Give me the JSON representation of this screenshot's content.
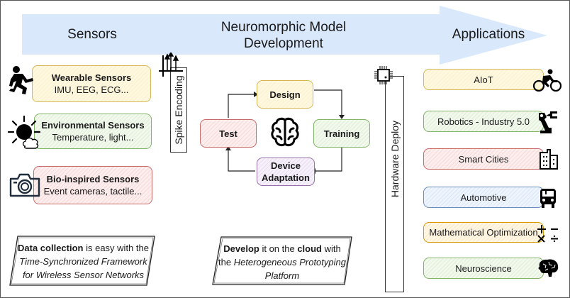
{
  "header": {
    "stage_sensors": "Sensors",
    "stage_model_line1": "Neuromorphic Model",
    "stage_model_line2": "Development",
    "stage_applications": "Applications",
    "arrow_color": "#dae8fc"
  },
  "sensors": [
    {
      "title": "Wearable Sensors",
      "subtitle": "IMU, EEG, ECG...",
      "icon": "running-person-icon",
      "color": "#d6b656"
    },
    {
      "title": "Environmental Sensors",
      "subtitle": "Temperature, light...",
      "icon": "sun-cloud-icon",
      "color": "#82b366"
    },
    {
      "title": "Bio-inspired Sensors",
      "subtitle": "Event cameras, tactile...",
      "icon": "camera-icon",
      "color": "#b85450"
    }
  ],
  "spike_encoding": {
    "label": "Spike Encoding",
    "icon": "spike-train-icon"
  },
  "cycle": {
    "design": "Design",
    "training": "Training",
    "device_adaptation_line1": "Device",
    "device_adaptation_line2": "Adaptation",
    "test": "Test",
    "center_icon": "brain-icon"
  },
  "hardware_deploy": {
    "label": "Hardware Deploy",
    "icon": "chip-icon"
  },
  "applications": [
    {
      "label": "AIoT",
      "icon": "cyclist-icon",
      "color": "#d6b656"
    },
    {
      "label": "Robotics - Industry 5.0",
      "icon": "robot-arm-icon",
      "color": "#82b366"
    },
    {
      "label": "Smart Cities",
      "icon": "buildings-icon",
      "color": "#b85450"
    },
    {
      "label": "Automotive",
      "icon": "bus-icon",
      "color": "#6c8ebf"
    },
    {
      "label": "Mathematical Optimization",
      "icon": "math-operators-icon",
      "color": "#d79b00"
    },
    {
      "label": "Neuroscience",
      "icon": "brain-head-icon",
      "color": "#82b366"
    }
  ],
  "notes": {
    "data_collection": {
      "bold": "Data collection",
      "rest": " is easy with the",
      "italic_line1": "Time-Synchronized Framework",
      "italic_line2": "for Wireless Sensor Networks"
    },
    "develop": {
      "bold1": "Develop",
      "mid": " it on the ",
      "bold2": "cloud",
      "end": " with",
      "prefix2": "the ",
      "italic_line2": "Heterogeneous Prototyping",
      "italic_line3": "Platform"
    }
  }
}
